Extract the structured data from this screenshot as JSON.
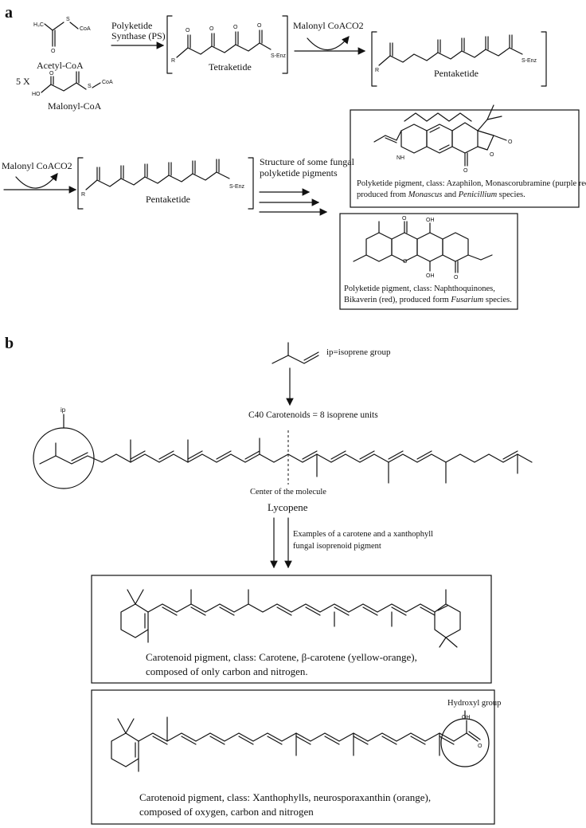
{
  "panels": {
    "a": "a",
    "b": "b"
  },
  "section_a": {
    "acetyl_coa": "Acetyl-CoA",
    "malonyl_coa": "Malonyl-CoA",
    "five_x": "5 X",
    "h3c": "H₃C",
    "coa": "CoA",
    "s": "S",
    "o": "O",
    "ho": "HO",
    "r": "R",
    "s_enz": "S-Enz",
    "enzyme_line1": "Polyketide",
    "enzyme_line2": "Synthase (PS)",
    "tetraketide": "Tetraketide",
    "pentaketide": "Pentaketide",
    "malonyl_coa_cofactor": "Malonyl CoA",
    "co2": "CO2",
    "structure_caption_line1": "Structure of some fungal",
    "structure_caption_line2": "polyketide pigments",
    "nh": "NH",
    "oh": "OH",
    "box1_line1": "Polyketide pigment, class: Azaphilon, Monascorubramine (purple red),",
    "box1_line2a": "produced from ",
    "box1_line2b": "Monascus",
    "box1_line2c": " and ",
    "box1_line2d": "Penicillium",
    "box1_line2e": " species.",
    "box2_line1": "Polyketide pigment, class: Naphthoquinones,",
    "box2_line2a": "Bikaverin (red), produced form ",
    "box2_line2b": "Fusarium",
    "box2_line2c": " species."
  },
  "section_b": {
    "isoprene_label": "ip=isoprene group",
    "ip": "ip",
    "carotenoids_label": "C40 Carotenoids = 8 isoprene units",
    "center_label": "Center of the molecule",
    "lycopene": "Lycopene",
    "examples_line1": "Examples of a carotene and a xanthophyll",
    "examples_line2": "fungal isoprenoid pigment",
    "box3_line1": "Carotenoid pigment, class: Carotene, β-carotene (yellow-orange),",
    "box3_line2": "composed of only carbon and nitrogen.",
    "hydroxyl_label": "Hydroxyl group",
    "oh": "OH",
    "o": "O",
    "box4_line1": "Carotenoid pigment, class: Xanthophylls, neurosporaxanthin (orange),",
    "box4_line2": "composed of oxygen, carbon and nitrogen"
  }
}
